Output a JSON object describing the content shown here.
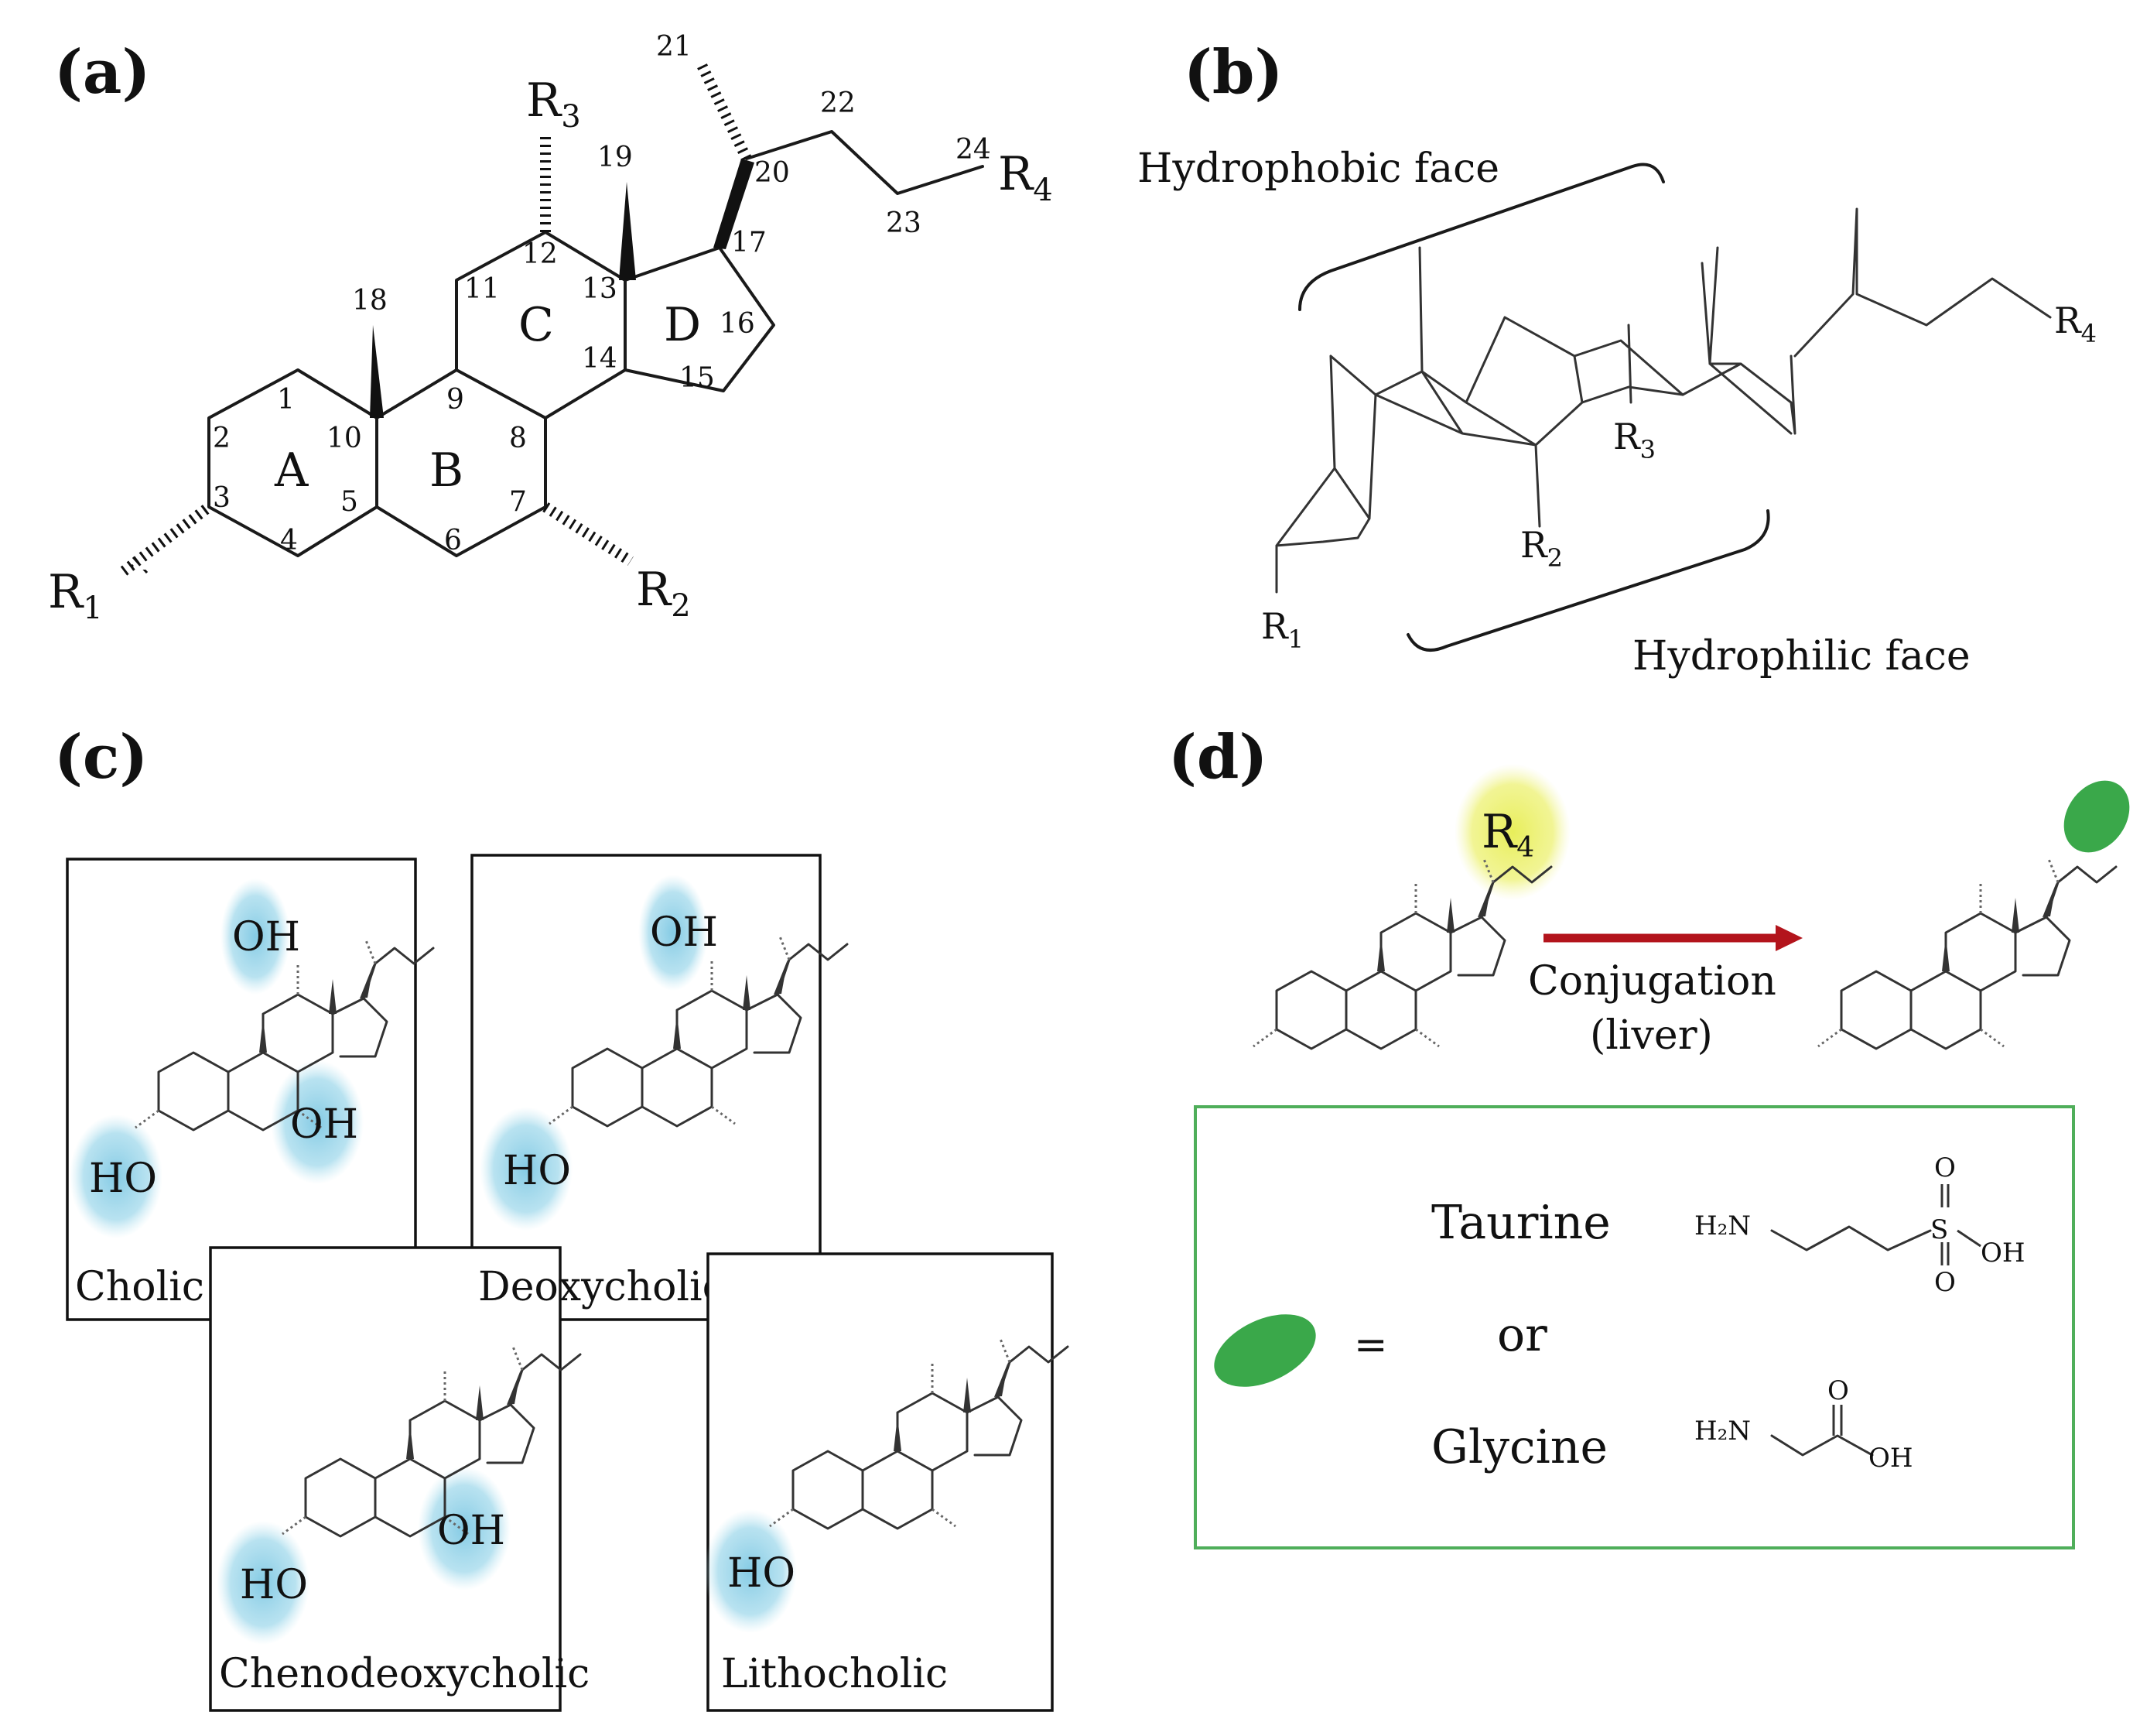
{
  "panels": {
    "a": {
      "label": "(a)",
      "rings": [
        "A",
        "B",
        "C",
        "D"
      ],
      "atom_numbers": [
        "1",
        "2",
        "3",
        "4",
        "5",
        "6",
        "7",
        "8",
        "9",
        "10",
        "11",
        "12",
        "13",
        "14",
        "15",
        "16",
        "17",
        "18",
        "19",
        "20",
        "21",
        "22",
        "23",
        "24"
      ],
      "substituents": [
        "R",
        "R",
        "R",
        "R"
      ],
      "substituent_subscripts": [
        "1",
        "2",
        "3",
        "4"
      ]
    },
    "b": {
      "label": "(b)",
      "hydrophobic_face": "Hydrophobic face",
      "hydrophilic_face": "Hydrophilic face",
      "substituents": [
        "R",
        "R",
        "R",
        "R"
      ],
      "substituent_subscripts": [
        "1",
        "2",
        "3",
        "4"
      ]
    },
    "c": {
      "label": "(c)",
      "hydroxyl": "OH",
      "hydroxyl_left": "HO",
      "acids": [
        "Cholic",
        "Deoxycholic",
        "Chenodeoxycholic",
        "Lithocholic"
      ]
    },
    "d": {
      "label": "(d)",
      "r_group": "R",
      "r_group_sub": "4",
      "arrow_label_1": "Conjugation",
      "arrow_label_2": "(liver)",
      "equals": "=",
      "taurine": "Taurine",
      "or": "or",
      "glycine": "Glycine",
      "h2n": "H₂N",
      "oh": "OH",
      "o": "O",
      "s": "S"
    }
  },
  "colors": {
    "highlight_blue": "#7ec8e3",
    "highlight_yellow": "#eef27a",
    "conjugate_green": "#3aa84a",
    "arrow_red": "#b3141c",
    "box_border_green": "#4fae5a"
  }
}
